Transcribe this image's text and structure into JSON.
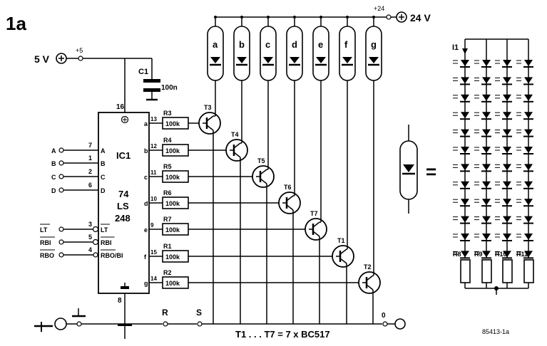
{
  "figure_id": "1a",
  "supply": {
    "label_5v": "5 V",
    "node_5v": "+5",
    "label_24v": "24 V",
    "node_24v": "+24",
    "node_0": "0"
  },
  "capacitor": {
    "name": "C1",
    "value": "100n"
  },
  "ic": {
    "name": "IC1",
    "type_line1": "74",
    "type_line2": "LS",
    "type_line3": "248",
    "vcc_pin": "16",
    "gnd_pin": "8"
  },
  "inputs": [
    {
      "signal": "A",
      "pin": "7",
      "label": "A"
    },
    {
      "signal": "B",
      "pin": "1",
      "label": "B"
    },
    {
      "signal": "C",
      "pin": "2",
      "label": "C"
    },
    {
      "signal": "D",
      "pin": "6",
      "label": "D"
    },
    {
      "signal": "LT",
      "pin": "3",
      "label": "LT"
    },
    {
      "signal": "RBI",
      "pin": "5",
      "label": "RBI"
    },
    {
      "signal": "RBO",
      "pin": "4",
      "label": "RBO/BI"
    }
  ],
  "outputs": [
    {
      "seg": "a",
      "pin": "13",
      "resistor": "R3",
      "value": "100k",
      "transistor": "T3"
    },
    {
      "seg": "b",
      "pin": "12",
      "resistor": "R4",
      "value": "100k",
      "transistor": "T4"
    },
    {
      "seg": "c",
      "pin": "11",
      "resistor": "R5",
      "value": "100k",
      "transistor": "T5"
    },
    {
      "seg": "d",
      "pin": "10",
      "resistor": "R6",
      "value": "100k",
      "transistor": "T6"
    },
    {
      "seg": "e",
      "pin": "9",
      "resistor": "R7",
      "value": "100k",
      "transistor": "T7"
    },
    {
      "seg": "f",
      "pin": "15",
      "resistor": "R1",
      "value": "100k",
      "transistor": "T1"
    },
    {
      "seg": "g",
      "pin": "14",
      "resistor": "R2",
      "value": "100k",
      "transistor": "T2"
    }
  ],
  "segments": [
    "a",
    "b",
    "c",
    "d",
    "e",
    "f",
    "g"
  ],
  "switches": {
    "r": "R",
    "s": "S"
  },
  "transistor_note": "T1 . . . T7 = 7 x BC517",
  "equivalent": {
    "equals": "=",
    "current_label": "I1",
    "resistors": [
      "R8",
      "R9",
      "R10",
      "R11"
    ]
  },
  "figure_code": "85413-1a"
}
